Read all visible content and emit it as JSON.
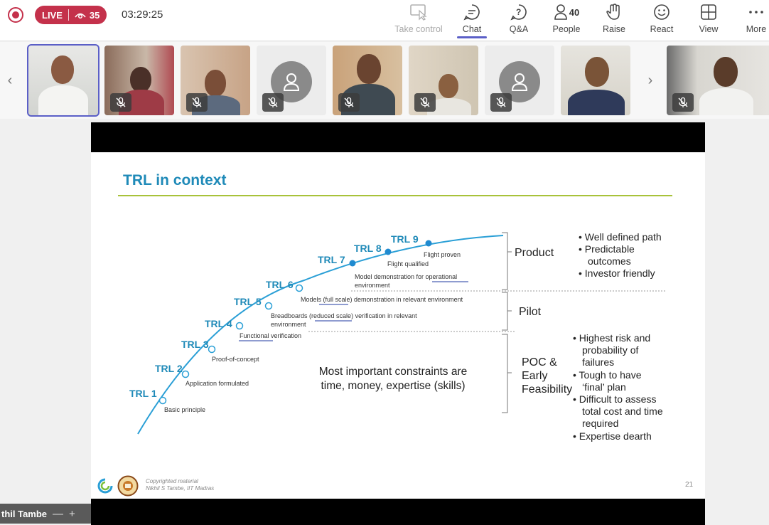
{
  "topbar": {
    "live_label": "LIVE",
    "viewer_count": "35",
    "timer": "03:29:25",
    "tools": {
      "take_control": "Take control",
      "chat": "Chat",
      "qa": "Q&A",
      "people": "People",
      "people_count": "40",
      "raise": "Raise",
      "react": "React",
      "view": "View",
      "more": "More"
    }
  },
  "presenter": {
    "name": "thil Tambe",
    "minus": "—",
    "plus": "+"
  },
  "slide": {
    "title": "TRL in context",
    "trl_levels": [
      "TRL 1",
      "TRL 2",
      "TRL 3",
      "TRL 4",
      "TRL 5",
      "TRL 6",
      "TRL 7",
      "TRL 8",
      "TRL 9"
    ],
    "descriptions": {
      "trl1": "Basic principle",
      "trl2": "Application formulated",
      "trl3": "Proof-of-concept",
      "trl4": "Functional verification",
      "trl5a": "Breadboards (reduced scale) verification in relevant",
      "trl5b": "environment",
      "trl6": "Models (full scale) demonstration in relevant environment",
      "trl7a": "Model demonstration for operational",
      "trl7b": "environment",
      "trl8": "Flight qualified",
      "trl9": "Flight proven"
    },
    "phases": {
      "product": "Product",
      "pilot": "Pilot",
      "poc1": "POC &",
      "poc2": "Early",
      "poc3": "Feasibility"
    },
    "constraints_line1": "Most important constraints are",
    "constraints_line2": "time, money, expertise (skills)",
    "product_bullets": [
      "Well defined path",
      "Predictable",
      "outcomes",
      "Investor friendly"
    ],
    "poc_bullets": [
      "Highest risk and",
      "probability of",
      "failures",
      "Tough to have",
      "‘final’ plan",
      "Difficult to assess",
      "total cost and time",
      "required",
      "Expertise dearth"
    ],
    "copyright1": "Copyrighted material",
    "copyright2": "Nikhil S Tambe, IIT Madras",
    "page_number": "21"
  },
  "colors": {
    "accent": "#1f8ab8",
    "rule": "#a8c23a",
    "live": "#c4314b",
    "teams": "#5b5fc7"
  }
}
